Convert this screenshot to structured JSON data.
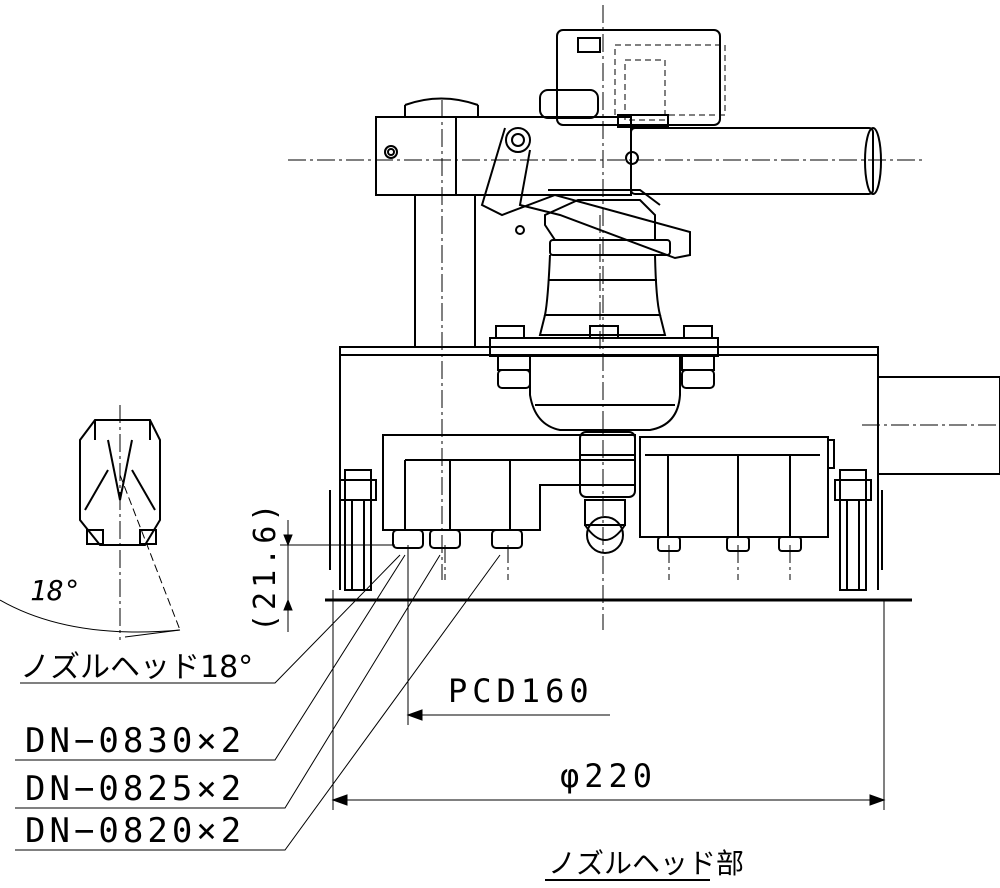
{
  "labels": {
    "nozzle_head_angle": "ノズルヘッド18°",
    "angle_small": "18°",
    "dn0830": "DN−0830×2",
    "dn0825": "DN−0825×2",
    "dn0820": "DN−0820×2",
    "pcd": "PCD160",
    "diameter": "φ220",
    "height": "(21.6)",
    "caption": "ノズルヘッド部"
  }
}
